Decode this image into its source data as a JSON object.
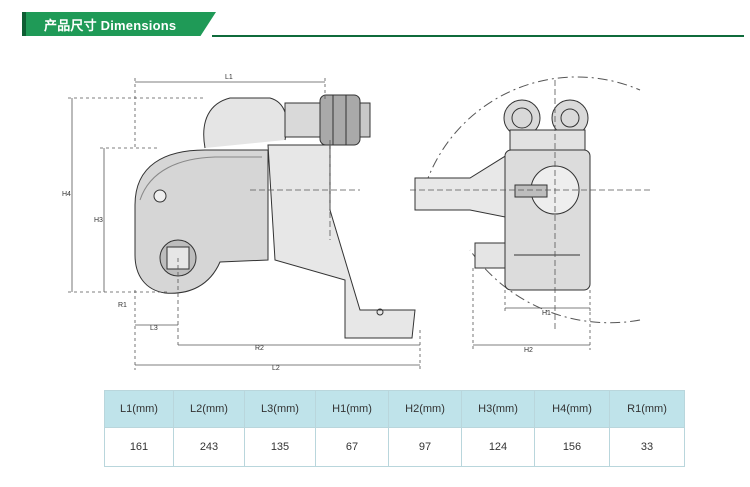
{
  "header": {
    "title": "产品尺寸 Dimensions"
  },
  "drawing_labels": {
    "l1": "L1",
    "l2": "L2",
    "l3": "L3",
    "h1": "H1",
    "h2": "H2",
    "h3": "H3",
    "h4": "H4",
    "r1": "R1",
    "r2": "R2"
  },
  "table": {
    "headers": [
      "L1(mm)",
      "L2(mm)",
      "L3(mm)",
      "H1(mm)",
      "H2(mm)",
      "H3(mm)",
      "H4(mm)",
      "R1(mm)"
    ],
    "values": [
      "161",
      "243",
      "135",
      "67",
      "97",
      "124",
      "156",
      "33"
    ]
  },
  "colors": {
    "accent": "#1f9a57",
    "accent_dark": "#0f6b3b",
    "table_header": "#bfe3ea"
  }
}
